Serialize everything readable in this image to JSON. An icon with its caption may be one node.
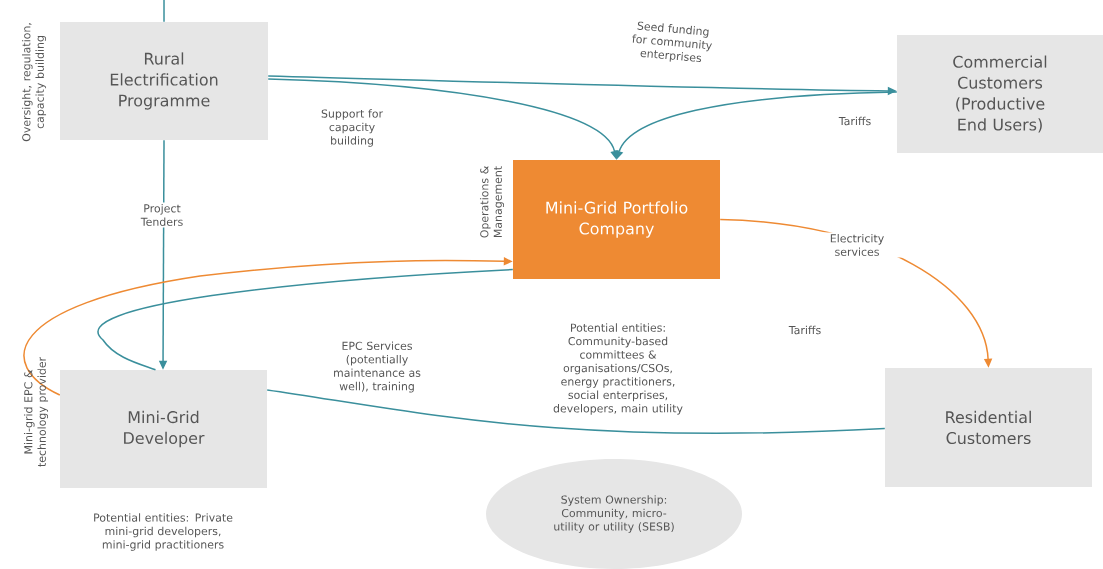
{
  "diagram": {
    "nodes": [
      {
        "text": [
          "Rural Electrification Programme"
        ],
        "beside": [
          "Oversight, regulation, capacity building"
        ]
      },
      {
        "text": [
          "Commercial Customers (Productive End Users)"
        ]
      },
      {
        "text": [
          "Mini-Grid Portfolio Company"
        ]
      },
      {
        "text": [
          "Mini-Grid Developer"
        ],
        "beside": [
          "Potential entities: Private mini-grid developers, mini-grid practitioners"
        ]
      },
      {
        "text": [
          "Residential Customers"
        ]
      },
      {
        "text": [
          "System Ownership: Community, micro-utility or utility (SESB)"
        ]
      }
    ],
    "edges": [
      {
        "from": null,
        "to": 0,
        "arrow": "none"
      },
      {
        "from": 0,
        "to": 1,
        "arrow": "to",
        "label": "Seed funding for community enterprises"
      },
      {
        "from": 0,
        "to": 2,
        "arrow": "to",
        "label": "Support for capacity building"
      },
      {
        "from": 1,
        "to": 2,
        "arrow": "to",
        "label": "Tariffs"
      },
      {
        "from": 0,
        "to": 3,
        "arrow": "to",
        "label": "Project Tenders"
      },
      {
        "from": 3,
        "to": 2,
        "arrow": "to",
        "label": "Mini-grid EPC & technology provider",
        "color": "#ee8a33"
      },
      {
        "from": 2,
        "to": 3,
        "arrow": "none",
        "label": "Operations & Management"
      },
      {
        "from": 2,
        "to": 4,
        "arrow": "to",
        "label": "Electricity services",
        "color": "#ee8a33"
      },
      {
        "from": 3,
        "to": 4,
        "arrow": "none",
        "label": "EPC Services (potentially maintenance as well), training"
      }
    ],
    "labels": [
      "Potential entities: Community-based committees & organisations/CSOs, energy practitioners, social enterprises, developers, main utility",
      "Tariffs"
    ]
  }
}
